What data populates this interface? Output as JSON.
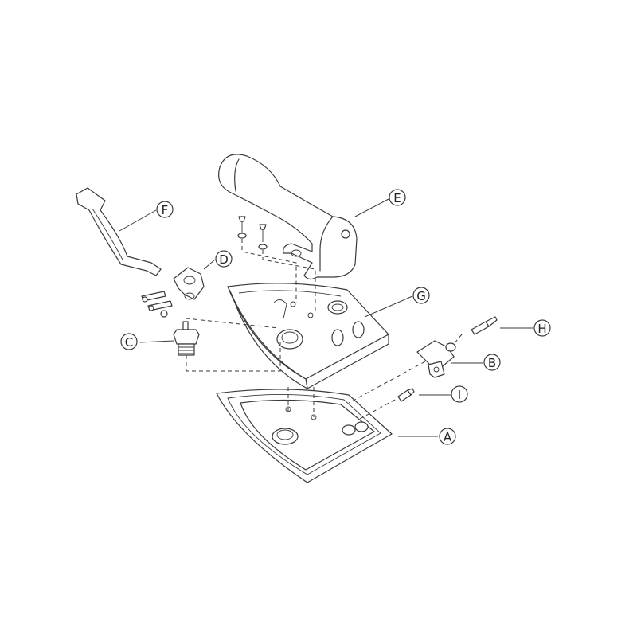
{
  "diagram": {
    "labels": {
      "a": "A",
      "b": "B",
      "c": "C",
      "d": "D",
      "e": "E",
      "f": "F",
      "g": "G",
      "h": "H",
      "i": "I"
    },
    "colors": {
      "line": "#3a3a3a",
      "background": "#ffffff"
    }
  }
}
